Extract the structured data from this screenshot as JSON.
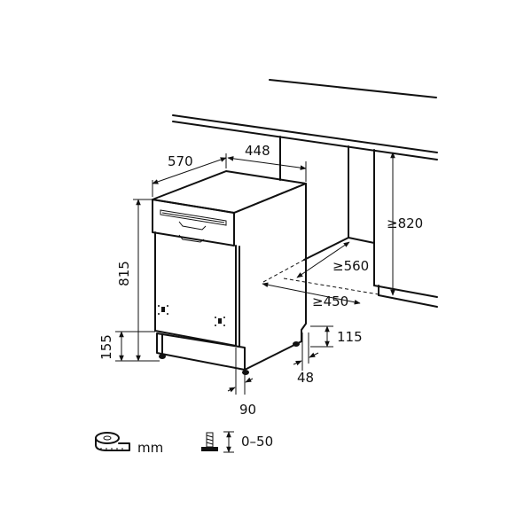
{
  "diagram": {
    "type": "installation-dimension-drawing",
    "subject": "slimline dishwasher, built-under installation",
    "dimensions": {
      "depth": "570",
      "width": "448",
      "height": "815",
      "plinth_height": "155",
      "niche_height": "≥820",
      "niche_depth": "≥560",
      "niche_width": "≥450",
      "back_plinth_height": "115",
      "back_foot_offset": "48",
      "front_foot_offset": "90"
    },
    "legend": {
      "unit_icon": "tape-measure-icon",
      "unit_label": "mm",
      "adjust_icon": "adjustable-foot-icon",
      "adjust_label": "0–50"
    },
    "colors": {
      "line": "#111111",
      "background": "#ffffff"
    }
  }
}
